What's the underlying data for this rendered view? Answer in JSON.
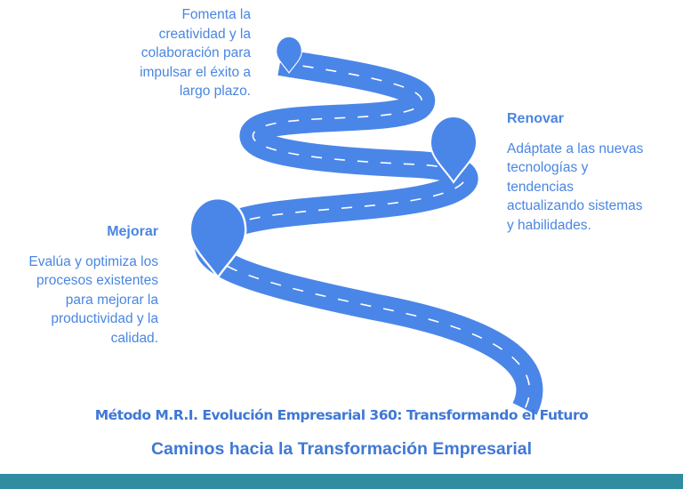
{
  "steps": [
    {
      "id": "mantener",
      "title": "",
      "lines": [
        "Fomenta la",
        "creatividad y la",
        "colaboración para",
        "impulsar el éxito a",
        "largo plazo."
      ]
    },
    {
      "id": "renovar",
      "title": "Renovar",
      "lines": [
        "Adáptate a las nuevas",
        "tecnologías y",
        "tendencias",
        "actualizando sistemas",
        "y habilidades."
      ]
    },
    {
      "id": "mejorar",
      "title": "Mejorar",
      "lines": [
        "Evalúa y optimiza los",
        "procesos existentes",
        "para mejorar la",
        "productividad y la",
        "calidad."
      ]
    }
  ],
  "subtitle": "Método M.R.I. Evolución Empresarial 360: Transformando el Futuro",
  "title": "Caminos hacia la Transformación Empresarial",
  "colors": {
    "road": "#4a86e8",
    "road_dashes": "#ffffff",
    "pin": "#4a86e8",
    "text": "#4a86e0",
    "bottom_bar": "#2f8d9f"
  }
}
